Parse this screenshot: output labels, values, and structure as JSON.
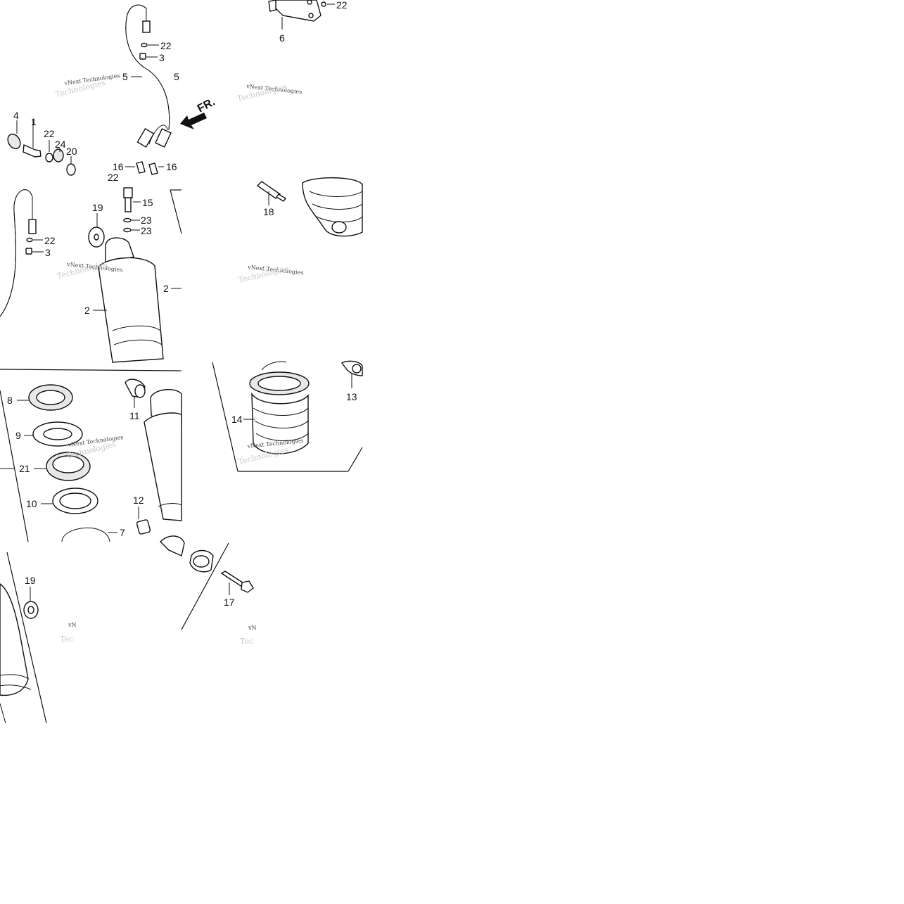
{
  "diagram": {
    "labels": {
      "l22a": "22",
      "l6": "6",
      "l22b": "22",
      "l3a": "3",
      "l5a": "5",
      "l5b": "5",
      "l4": "4",
      "l1": "1",
      "l22c": "22",
      "l24": "24",
      "l20": "20",
      "l16a": "16",
      "l16b": "16",
      "l22d": "22",
      "l18": "18",
      "l19a": "19",
      "l15": "15",
      "l23a": "23",
      "l23b": "23",
      "l22e": "22",
      "l3b": "3",
      "l2a": "2",
      "l2b": "2",
      "l8": "8",
      "l9": "9",
      "l21": "21",
      "l10": "10",
      "l7": "7",
      "l11": "11",
      "l12": "12",
      "l13": "13",
      "l14": "14",
      "l19b": "19",
      "l17": "17"
    },
    "front_arrow": "FR.",
    "watermarks": {
      "w1": "vNext Technologies",
      "w2": "vNext Technologies",
      "w3": "vNext Technologies",
      "w4": "vNext Technologies",
      "w5": "vNext Technologies",
      "w6": "vN",
      "w7": "vN"
    }
  }
}
